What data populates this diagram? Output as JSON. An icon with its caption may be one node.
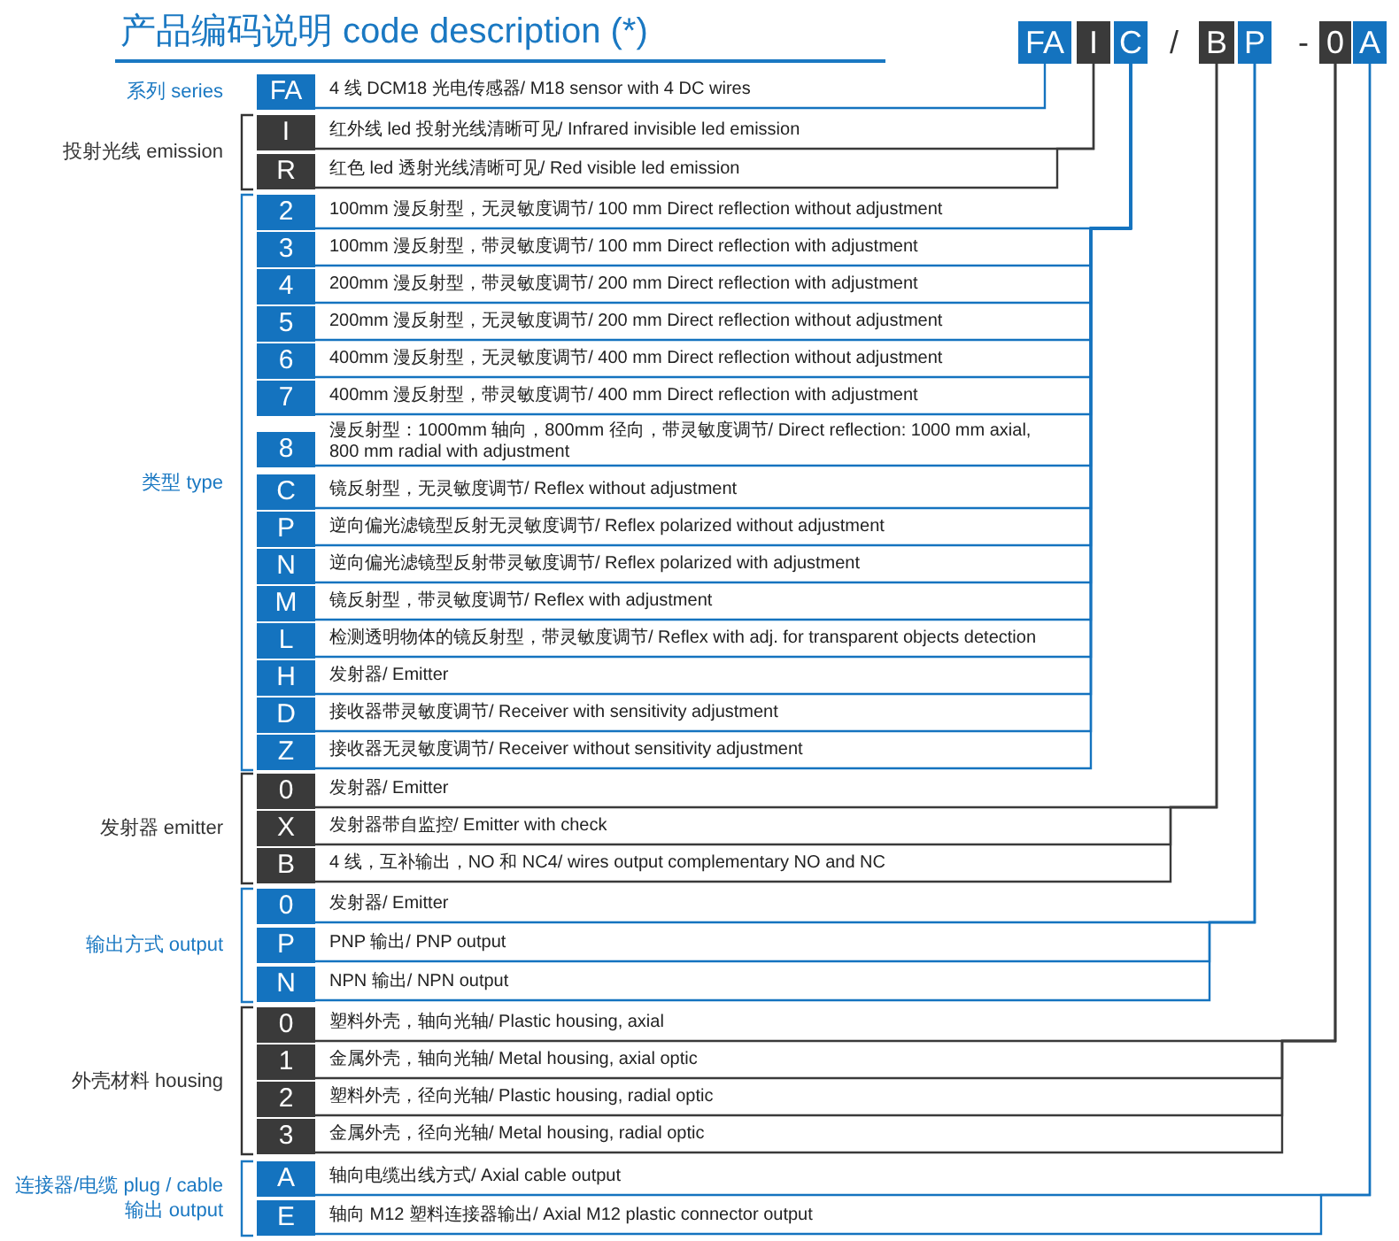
{
  "diagram": {
    "title": "产品编码说明 code description (*)",
    "nodes": [
      {
        "text": [
          "FA"
        ]
      },
      {
        "text": [
          "I"
        ]
      },
      {
        "text": [
          "C"
        ]
      },
      {
        "text": [
          "B"
        ]
      },
      {
        "text": [
          "P"
        ]
      },
      {
        "text": [
          "0"
        ]
      },
      {
        "text": [
          "A"
        ]
      },
      {
        "text": [
          "FA"
        ],
        "beside": [
          "4 线 DCM18 光电传感器/ M18 sensor with 4 DC wires"
        ]
      },
      {
        "text": [
          "I"
        ],
        "beside": [
          "红外线 led 投射光线清晰可见/ Infrared invisible led emission"
        ]
      },
      {
        "text": [
          "R"
        ],
        "beside": [
          "红色 led 透射光线清晰可见/ Red visible led emission"
        ]
      },
      {
        "text": [
          "2"
        ],
        "beside": [
          "100mm 漫反射型，无灵敏度调节/ 100 mm Direct reflection without adjustment"
        ]
      },
      {
        "text": [
          "3"
        ],
        "beside": [
          "100mm 漫反射型，带灵敏度调节/ 100 mm Direct reflection with adjustment"
        ]
      },
      {
        "text": [
          "4"
        ],
        "beside": [
          "200mm 漫反射型，带灵敏度调节/ 200 mm Direct reflection with adjustment"
        ]
      },
      {
        "text": [
          "5"
        ],
        "beside": [
          "200mm 漫反射型，无灵敏度调节/ 200 mm Direct reflection without adjustment"
        ]
      },
      {
        "text": [
          "6"
        ],
        "beside": [
          "400mm 漫反射型，无灵敏度调节/ 400 mm Direct reflection without adjustment"
        ]
      },
      {
        "text": [
          "7"
        ],
        "beside": [
          "400mm 漫反射型，带灵敏度调节/ 400 mm Direct reflection with adjustment"
        ]
      },
      {
        "text": [
          "8"
        ],
        "beside": [
          "漫反射型：1000mm 轴向，800mm 径向，带灵敏度调节/ Direct reflection: 1000 mm axial, 800 mm radial with adjustment"
        ]
      },
      {
        "text": [
          "C"
        ],
        "beside": [
          "镜反射型，无灵敏度调节/ Reflex without adjustment"
        ]
      },
      {
        "text": [
          "P"
        ],
        "beside": [
          "逆向偏光滤镜型反射无灵敏度调节/ Reflex polarized without adjustment"
        ]
      },
      {
        "text": [
          "N"
        ],
        "beside": [
          "逆向偏光滤镜型反射带灵敏度调节/ Reflex polarized with adjustment"
        ]
      },
      {
        "text": [
          "M"
        ],
        "beside": [
          "镜反射型，带灵敏度调节/ Reflex with adjustment"
        ]
      },
      {
        "text": [
          "L"
        ],
        "beside": [
          "检测透明物体的镜反射型，带灵敏度调节/ Reflex with adj. for transparent objects detection"
        ]
      },
      {
        "text": [
          "H"
        ],
        "beside": [
          "发射器/ Emitter"
        ]
      },
      {
        "text": [
          "D"
        ],
        "beside": [
          "接收器带灵敏度调节/ Receiver with sensitivity adjustment"
        ]
      },
      {
        "text": [
          "Z"
        ],
        "beside": [
          "接收器无灵敏度调节/ Receiver without sensitivity adjustment"
        ]
      },
      {
        "text": [
          "0"
        ],
        "beside": [
          "发射器/ Emitter"
        ]
      },
      {
        "text": [
          "X"
        ],
        "beside": [
          "发射器带自监控/ Emitter with check"
        ]
      },
      {
        "text": [
          "B"
        ],
        "beside": [
          "4 线，互补输出，NO 和 NC4/ wires output complementary NO and NC"
        ]
      },
      {
        "text": [
          "0"
        ],
        "beside": [
          "发射器/ Emitter"
        ]
      },
      {
        "text": [
          "P"
        ],
        "beside": [
          "PNP 输出/ PNP output"
        ]
      },
      {
        "text": [
          "N"
        ],
        "beside": [
          "NPN 输出/ NPN output"
        ]
      },
      {
        "text": [
          "0"
        ],
        "beside": [
          "塑料外壳，轴向光轴/ Plastic housing, axial"
        ]
      },
      {
        "text": [
          "1"
        ],
        "beside": [
          "金属外壳，轴向光轴/ Metal housing, axial optic"
        ]
      },
      {
        "text": [
          "2"
        ],
        "beside": [
          "塑料外壳，径向光轴/ Plastic housing, radial optic"
        ]
      },
      {
        "text": [
          "3"
        ],
        "beside": [
          "金属外壳，径向光轴/ Metal housing, radial optic"
        ]
      },
      {
        "text": [
          "A"
        ],
        "beside": [
          "轴向电缆出线方式/ Axial cable output"
        ]
      },
      {
        "text": [
          "E"
        ],
        "beside": [
          "轴向 M12 塑料连接器输出/ Axial M12 plastic connector output"
        ]
      }
    ],
    "edges": [
      {
        "from": 0,
        "to": 7,
        "arrow": "none"
      },
      {
        "from": 1,
        "to": 8,
        "arrow": "none",
        "color": "#3a3a3a"
      },
      {
        "from": 1,
        "to": 9,
        "arrow": "none",
        "color": "#3a3a3a"
      },
      {
        "from": 2,
        "to": 10,
        "arrow": "none"
      },
      {
        "from": 2,
        "to": 11,
        "arrow": "none"
      },
      {
        "from": 2,
        "to": 12,
        "arrow": "none"
      },
      {
        "from": 2,
        "to": 13,
        "arrow": "none"
      },
      {
        "from": 2,
        "to": 14,
        "arrow": "none"
      },
      {
        "from": 2,
        "to": 15,
        "arrow": "none"
      },
      {
        "from": 2,
        "to": 16,
        "arrow": "none"
      },
      {
        "from": 2,
        "to": 17,
        "arrow": "none"
      },
      {
        "from": 2,
        "to": 18,
        "arrow": "none"
      },
      {
        "from": 2,
        "to": 19,
        "arrow": "none"
      },
      {
        "from": 2,
        "to": 20,
        "arrow": "none"
      },
      {
        "from": 2,
        "to": 21,
        "arrow": "none"
      },
      {
        "from": 2,
        "to": 22,
        "arrow": "none"
      },
      {
        "from": 2,
        "to": 23,
        "arrow": "none"
      },
      {
        "from": 2,
        "to": 24,
        "arrow": "none"
      },
      {
        "from": 3,
        "to": 25,
        "arrow": "none",
        "color": "#3a3a3a"
      },
      {
        "from": 3,
        "to": 26,
        "arrow": "none",
        "color": "#3a3a3a"
      },
      {
        "from": 3,
        "to": 27,
        "arrow": "none",
        "color": "#3a3a3a"
      },
      {
        "from": 4,
        "to": 28,
        "arrow": "none"
      },
      {
        "from": 4,
        "to": 29,
        "arrow": "none"
      },
      {
        "from": 4,
        "to": 30,
        "arrow": "none"
      },
      {
        "from": 5,
        "to": 31,
        "arrow": "none",
        "color": "#3a3a3a"
      },
      {
        "from": 5,
        "to": 32,
        "arrow": "none",
        "color": "#3a3a3a"
      },
      {
        "from": 5,
        "to": 33,
        "arrow": "none",
        "color": "#3a3a3a"
      },
      {
        "from": 5,
        "to": 34,
        "arrow": "none",
        "color": "#3a3a3a"
      },
      {
        "from": 6,
        "to": 35,
        "arrow": "none"
      },
      {
        "from": 6,
        "to": 36,
        "arrow": "none"
      }
    ],
    "labels": [
      "/",
      "-",
      "系列 series",
      "投射光线 emission",
      "类型 type",
      "发射器 emitter",
      "输出方式 output",
      "外壳材料 housing",
      "连接器/电缆 plug / cable 输出 output"
    ]
  }
}
